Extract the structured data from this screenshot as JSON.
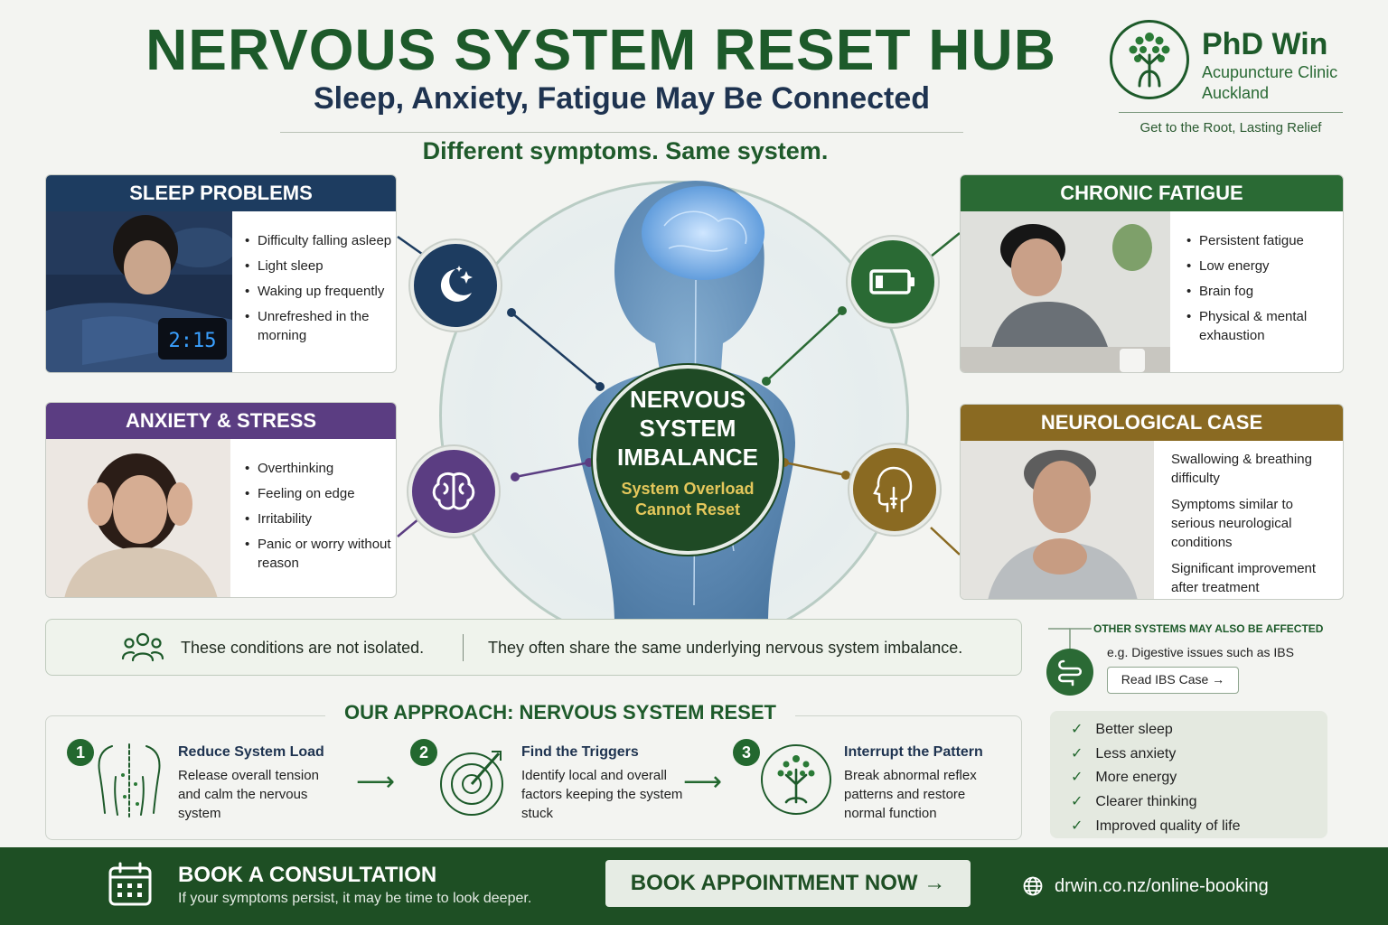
{
  "header": {
    "title": "NERVOUS SYSTEM RESET HUB",
    "subtitle": "Sleep, Anxiety, Fatigue May Be Connected",
    "tagline": "Different symptoms. Same system."
  },
  "logo": {
    "name": "PhD Win",
    "line1": "Acupuncture Clinic",
    "line2": "Auckland",
    "slogan": "Get to the Root, Lasting Relief"
  },
  "hub": {
    "title_lines": [
      "NERVOUS",
      "SYSTEM",
      "IMBALANCE"
    ],
    "sub_lines": [
      "System Overload",
      "Cannot Reset"
    ]
  },
  "cards": {
    "sleep": {
      "title": "SLEEP PROBLEMS",
      "color": "#1d3c60",
      "clock": "2:15",
      "bullets": [
        "Difficulty falling asleep",
        "Light sleep",
        "Waking up frequently",
        "Unrefreshed in the morning"
      ]
    },
    "anxiety": {
      "title": "ANXIETY & STRESS",
      "color": "#5b3d82",
      "bullets": [
        "Overthinking",
        "Feeling on edge",
        "Irritability",
        "Panic or worry without reason"
      ]
    },
    "fatigue": {
      "title": "CHRONIC FATIGUE",
      "color": "#2a6a34",
      "bullets": [
        "Persistent fatigue",
        "Low energy",
        "Brain fog",
        "Physical & mental exhaustion"
      ]
    },
    "neuro": {
      "title": "NEUROLOGICAL CASE",
      "color": "#8a6a22",
      "items": [
        "Swallowing & breathing difficulty",
        "Symptoms similar to serious neurological conditions",
        "Significant improvement after treatment"
      ]
    }
  },
  "icons": {
    "sleep": "moon-stars-icon",
    "anxiety": "brain-icon",
    "fatigue": "low-battery-icon",
    "neuro": "head-throat-icon",
    "people": "people-icon",
    "gut": "intestine-icon",
    "calendar": "calendar-icon",
    "globe": "globe-icon"
  },
  "banner": {
    "left": "These conditions are not isolated.",
    "right": "They often share the same underlying nervous system imbalance."
  },
  "other": {
    "title": "OTHER SYSTEMS MAY ALSO BE AFFECTED",
    "subtitle": "e.g. Digestive issues such as IBS",
    "button": "Read IBS Case  →"
  },
  "approach": {
    "title": "OUR APPROACH: NERVOUS SYSTEM RESET",
    "steps": [
      {
        "num": "1",
        "title": "Reduce System Load",
        "desc": "Release overall tension and calm the nervous system",
        "icon": "spine-icon"
      },
      {
        "num": "2",
        "title": "Find the Triggers",
        "desc": "Identify local and overall factors keeping the system stuck",
        "icon": "target-icon"
      },
      {
        "num": "3",
        "title": "Interrupt the Pattern",
        "desc": "Break abnormal reflex patterns and restore normal function",
        "icon": "tree-icon"
      }
    ]
  },
  "benefits": [
    "Better sleep",
    "Less anxiety",
    "More energy",
    "Clearer thinking",
    "Improved quality of life"
  ],
  "footer": {
    "book_title": "BOOK A CONSULTATION",
    "book_sub": "If your symptoms persist, it may be time to look deeper.",
    "cta": "BOOK APPOINTMENT NOW →",
    "url": "drwin.co.nz/online-booking"
  },
  "colors": {
    "brand_green": "#1d5a2a",
    "footer_green": "#1e4f24",
    "navy": "#1e3350",
    "gold": "#e4c75b"
  }
}
